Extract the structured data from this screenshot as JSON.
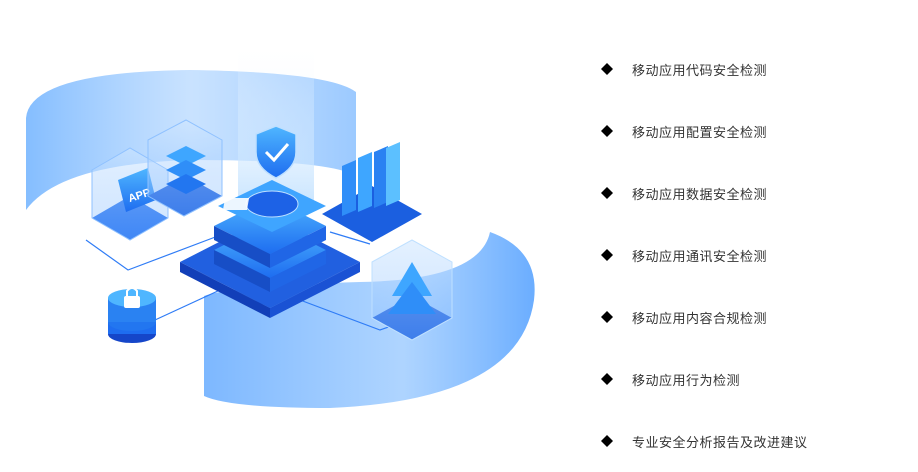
{
  "colors": {
    "bullet": "#000000",
    "text": "#333333",
    "accent": "#2f7cf6",
    "accent_light": "#8fc1ff"
  },
  "illustration": {
    "app_badge": "APP",
    "icons": [
      "shield-check-icon",
      "lock-icon",
      "database-icon",
      "server-icon",
      "bar-chart-icon",
      "tree-icon",
      "keyboard-icon"
    ]
  },
  "features": {
    "items": [
      {
        "label": "移动应用代码安全检测"
      },
      {
        "label": "移动应用配置安全检测"
      },
      {
        "label": "移动应用数据安全检测"
      },
      {
        "label": "移动应用通讯安全检测"
      },
      {
        "label": "移动应用内容合规检测"
      },
      {
        "label": "移动应用行为检测"
      },
      {
        "label": "专业安全分析报告及改进建议"
      }
    ]
  }
}
